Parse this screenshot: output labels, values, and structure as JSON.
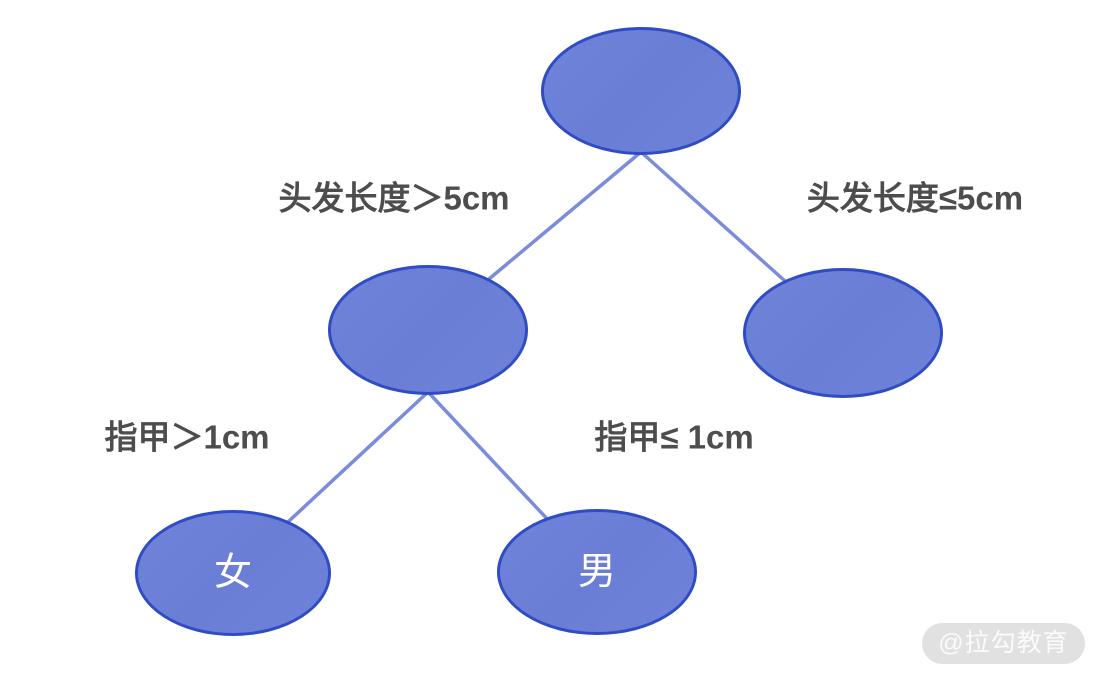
{
  "diagram": {
    "type": "decision-tree",
    "colors": {
      "background": "#ffffff",
      "node_fill": "#6b7fd7",
      "node_border": "#2f4cc4",
      "edge_line": "#7b8cdb",
      "edge_label_text": "#4d4d4d",
      "node_text": "#ffffff"
    },
    "nodes": [
      {
        "id": "root",
        "label": ""
      },
      {
        "id": "hair-long",
        "label": ""
      },
      {
        "id": "hair-short",
        "label": ""
      },
      {
        "id": "female",
        "label": "女"
      },
      {
        "id": "male",
        "label": "男"
      }
    ],
    "edges": [
      {
        "from": "root",
        "to": "hair-long",
        "label": "头发长度＞5cm"
      },
      {
        "from": "root",
        "to": "hair-short",
        "label": "头发长度≤5cm"
      },
      {
        "from": "hair-long",
        "to": "female",
        "label": "指甲＞1cm"
      },
      {
        "from": "hair-long",
        "to": "male",
        "label": "指甲≤ 1cm"
      }
    ]
  },
  "watermark": {
    "text": "@拉勾教育",
    "background": "#dedede",
    "text_color": "#fbfbfb"
  }
}
